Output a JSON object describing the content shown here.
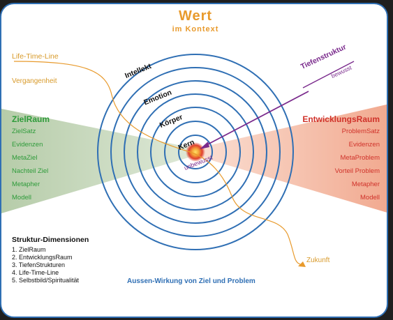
{
  "title": "Wert",
  "subtitle": "im Kontext",
  "lifetime": {
    "label": "Life-Time-Line",
    "past": "Vergangenheit",
    "future": "Zukunft"
  },
  "depth": {
    "label": "Tiefenstruktur",
    "conscious": "bewusst",
    "unconscious": "unbewusst"
  },
  "rings": [
    "Intellekt",
    "Emotion",
    "Körper",
    "Kern"
  ],
  "ziel": {
    "heading": "ZielRaum",
    "items": [
      "ZielSatz",
      "Evidenzen",
      "MetaZiel",
      "Nachteil Ziel",
      "Metapher",
      "Modell"
    ]
  },
  "entwicklung": {
    "heading": "EntwicklungsRaum",
    "items": [
      "ProblemSatz",
      "Evidenzen",
      "MetaProblem",
      "Vorteil Problem",
      "Metapher",
      "Modell"
    ]
  },
  "struktur": {
    "heading": "Struktur-Dimensionen",
    "items": [
      "1. ZielRaum",
      "2. EntwicklungsRaum",
      "3. TiefenStrukturen",
      "4. Life-Time-Line",
      "5. Selbstbild/Spiritualität"
    ]
  },
  "bottom_caption": "Aussen-Wirkung von Ziel und Problem",
  "colors": {
    "frame": "#2f6fb4",
    "ring": "#2f6fb4",
    "green_band": "#bcd0b2",
    "red_band": "#f3b9a4",
    "accent": "#e89a2c",
    "purple": "#7a2a8c"
  }
}
